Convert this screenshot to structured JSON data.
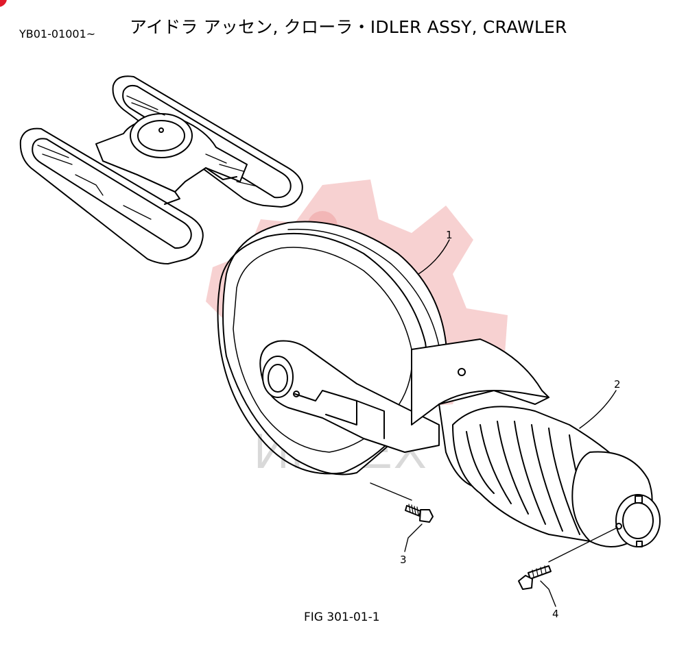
{
  "header": {
    "serial": "YB01-01001~",
    "title": "アイドラ アッセン, クローラ・IDLER ASSY, CRAWLER"
  },
  "figure": {
    "caption": "FIG 301-01-1"
  },
  "callouts": [
    {
      "label": "1"
    },
    {
      "label": "2"
    },
    {
      "label": "3"
    },
    {
      "label": "4"
    }
  ],
  "watermark": {
    "text": "ИНТЕХ",
    "color": "#f4c6c6"
  },
  "accent_color": "#e01a2b"
}
